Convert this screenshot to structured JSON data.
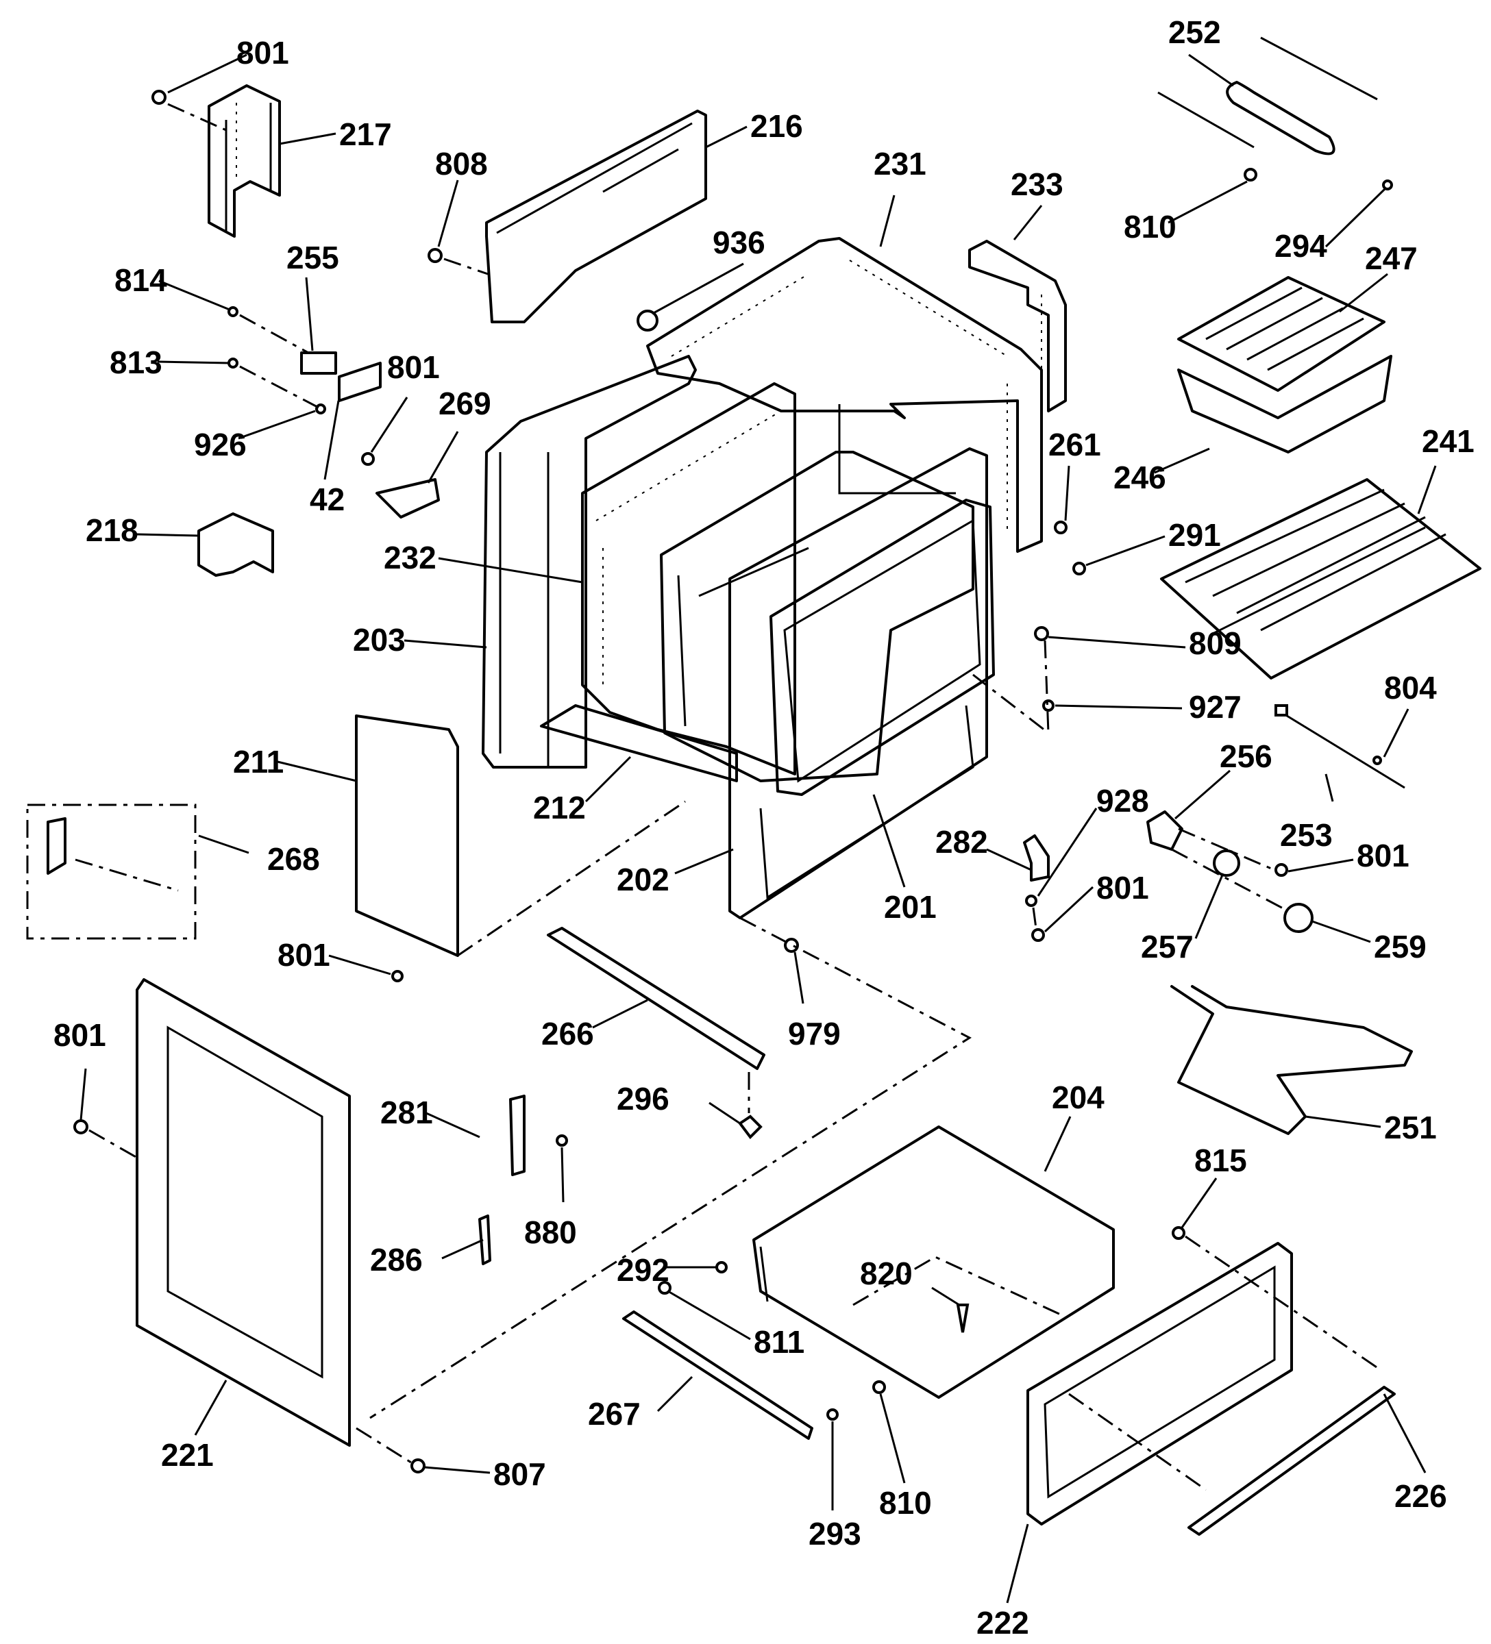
{
  "diagram": {
    "title": "Range body exploded parts view",
    "callouts": [
      {
        "id": "801a",
        "text": "801"
      },
      {
        "id": "217",
        "text": "217"
      },
      {
        "id": "216",
        "text": "216"
      },
      {
        "id": "808",
        "text": "808"
      },
      {
        "id": "231",
        "text": "231"
      },
      {
        "id": "233",
        "text": "233"
      },
      {
        "id": "252",
        "text": "252"
      },
      {
        "id": "810a",
        "text": "810"
      },
      {
        "id": "294",
        "text": "294"
      },
      {
        "id": "936",
        "text": "936"
      },
      {
        "id": "255",
        "text": "255"
      },
      {
        "id": "814",
        "text": "814"
      },
      {
        "id": "813",
        "text": "813"
      },
      {
        "id": "801b",
        "text": "801"
      },
      {
        "id": "926",
        "text": "926"
      },
      {
        "id": "42",
        "text": "42"
      },
      {
        "id": "269",
        "text": "269"
      },
      {
        "id": "247",
        "text": "247"
      },
      {
        "id": "246",
        "text": "246"
      },
      {
        "id": "241",
        "text": "241"
      },
      {
        "id": "261",
        "text": "261"
      },
      {
        "id": "291",
        "text": "291"
      },
      {
        "id": "218",
        "text": "218"
      },
      {
        "id": "232",
        "text": "232"
      },
      {
        "id": "203",
        "text": "203"
      },
      {
        "id": "809",
        "text": "809"
      },
      {
        "id": "927",
        "text": "927"
      },
      {
        "id": "804",
        "text": "804"
      },
      {
        "id": "211",
        "text": "211"
      },
      {
        "id": "212",
        "text": "212"
      },
      {
        "id": "256",
        "text": "256"
      },
      {
        "id": "928",
        "text": "928"
      },
      {
        "id": "282",
        "text": "282"
      },
      {
        "id": "253",
        "text": "253"
      },
      {
        "id": "268",
        "text": "268"
      },
      {
        "id": "801c",
        "text": "801"
      },
      {
        "id": "202",
        "text": "202"
      },
      {
        "id": "201",
        "text": "201"
      },
      {
        "id": "801d",
        "text": "801"
      },
      {
        "id": "257",
        "text": "257"
      },
      {
        "id": "259",
        "text": "259"
      },
      {
        "id": "801e",
        "text": "801"
      },
      {
        "id": "979",
        "text": "979"
      },
      {
        "id": "266",
        "text": "266"
      },
      {
        "id": "801f",
        "text": "801"
      },
      {
        "id": "296",
        "text": "296"
      },
      {
        "id": "281",
        "text": "281"
      },
      {
        "id": "204",
        "text": "204"
      },
      {
        "id": "251",
        "text": "251"
      },
      {
        "id": "880",
        "text": "880"
      },
      {
        "id": "815",
        "text": "815"
      },
      {
        "id": "286",
        "text": "286"
      },
      {
        "id": "292",
        "text": "292"
      },
      {
        "id": "820",
        "text": "820"
      },
      {
        "id": "811",
        "text": "811"
      },
      {
        "id": "267",
        "text": "267"
      },
      {
        "id": "221",
        "text": "221"
      },
      {
        "id": "807",
        "text": "807"
      },
      {
        "id": "293",
        "text": "293"
      },
      {
        "id": "810b",
        "text": "810"
      },
      {
        "id": "226",
        "text": "226"
      },
      {
        "id": "222",
        "text": "222"
      }
    ]
  }
}
